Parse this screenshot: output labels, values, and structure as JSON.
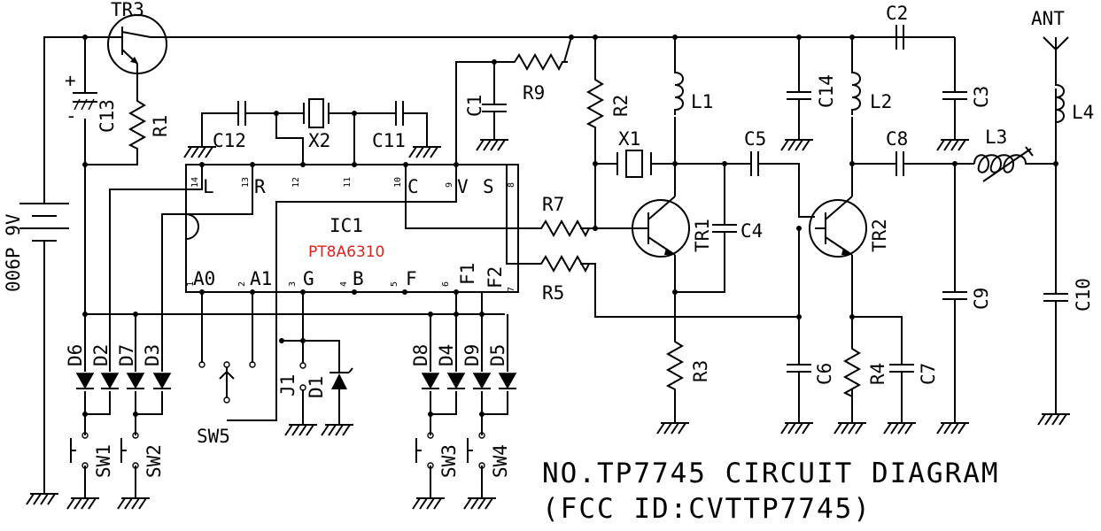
{
  "title": {
    "line1": "NO.TP7745 CIRCUIT DIAGRAM",
    "line2": "(FCC ID:CVTTP7745)"
  },
  "ic": {
    "name": "IC1",
    "part": "PT8A6310",
    "pins": [
      "14",
      "13",
      "12",
      "11",
      "10",
      "9",
      "8",
      "1",
      "2",
      "3",
      "4",
      "5",
      "6",
      "7"
    ],
    "pin_labels": [
      "L",
      "R",
      "C",
      "V",
      "S",
      "A0",
      "A1",
      "G",
      "B",
      "F",
      "F1",
      "F2"
    ]
  },
  "battery": "006P 9V",
  "polarity": {
    "plus": "+",
    "minus": "-"
  },
  "components": {
    "transistors": [
      "TR1",
      "TR2",
      "TR3"
    ],
    "resistors": [
      "R1",
      "R2",
      "R3",
      "R4",
      "R5",
      "R7",
      "R9"
    ],
    "capacitors": [
      "C1",
      "C2",
      "C3",
      "C4",
      "C5",
      "C6",
      "C7",
      "C8",
      "C9",
      "C10",
      "C11",
      "C12",
      "C13",
      "C14"
    ],
    "inductors": [
      "L1",
      "L2",
      "L3",
      "L4"
    ],
    "crystals": [
      "X1",
      "X2"
    ],
    "diodes": [
      "D1",
      "D2",
      "D3",
      "D4",
      "D5",
      "D6",
      "D7",
      "D8",
      "D9"
    ],
    "switches": [
      "SW1",
      "SW2",
      "SW3",
      "SW4",
      "SW5"
    ],
    "jumper": "J1",
    "antenna": "ANT"
  }
}
